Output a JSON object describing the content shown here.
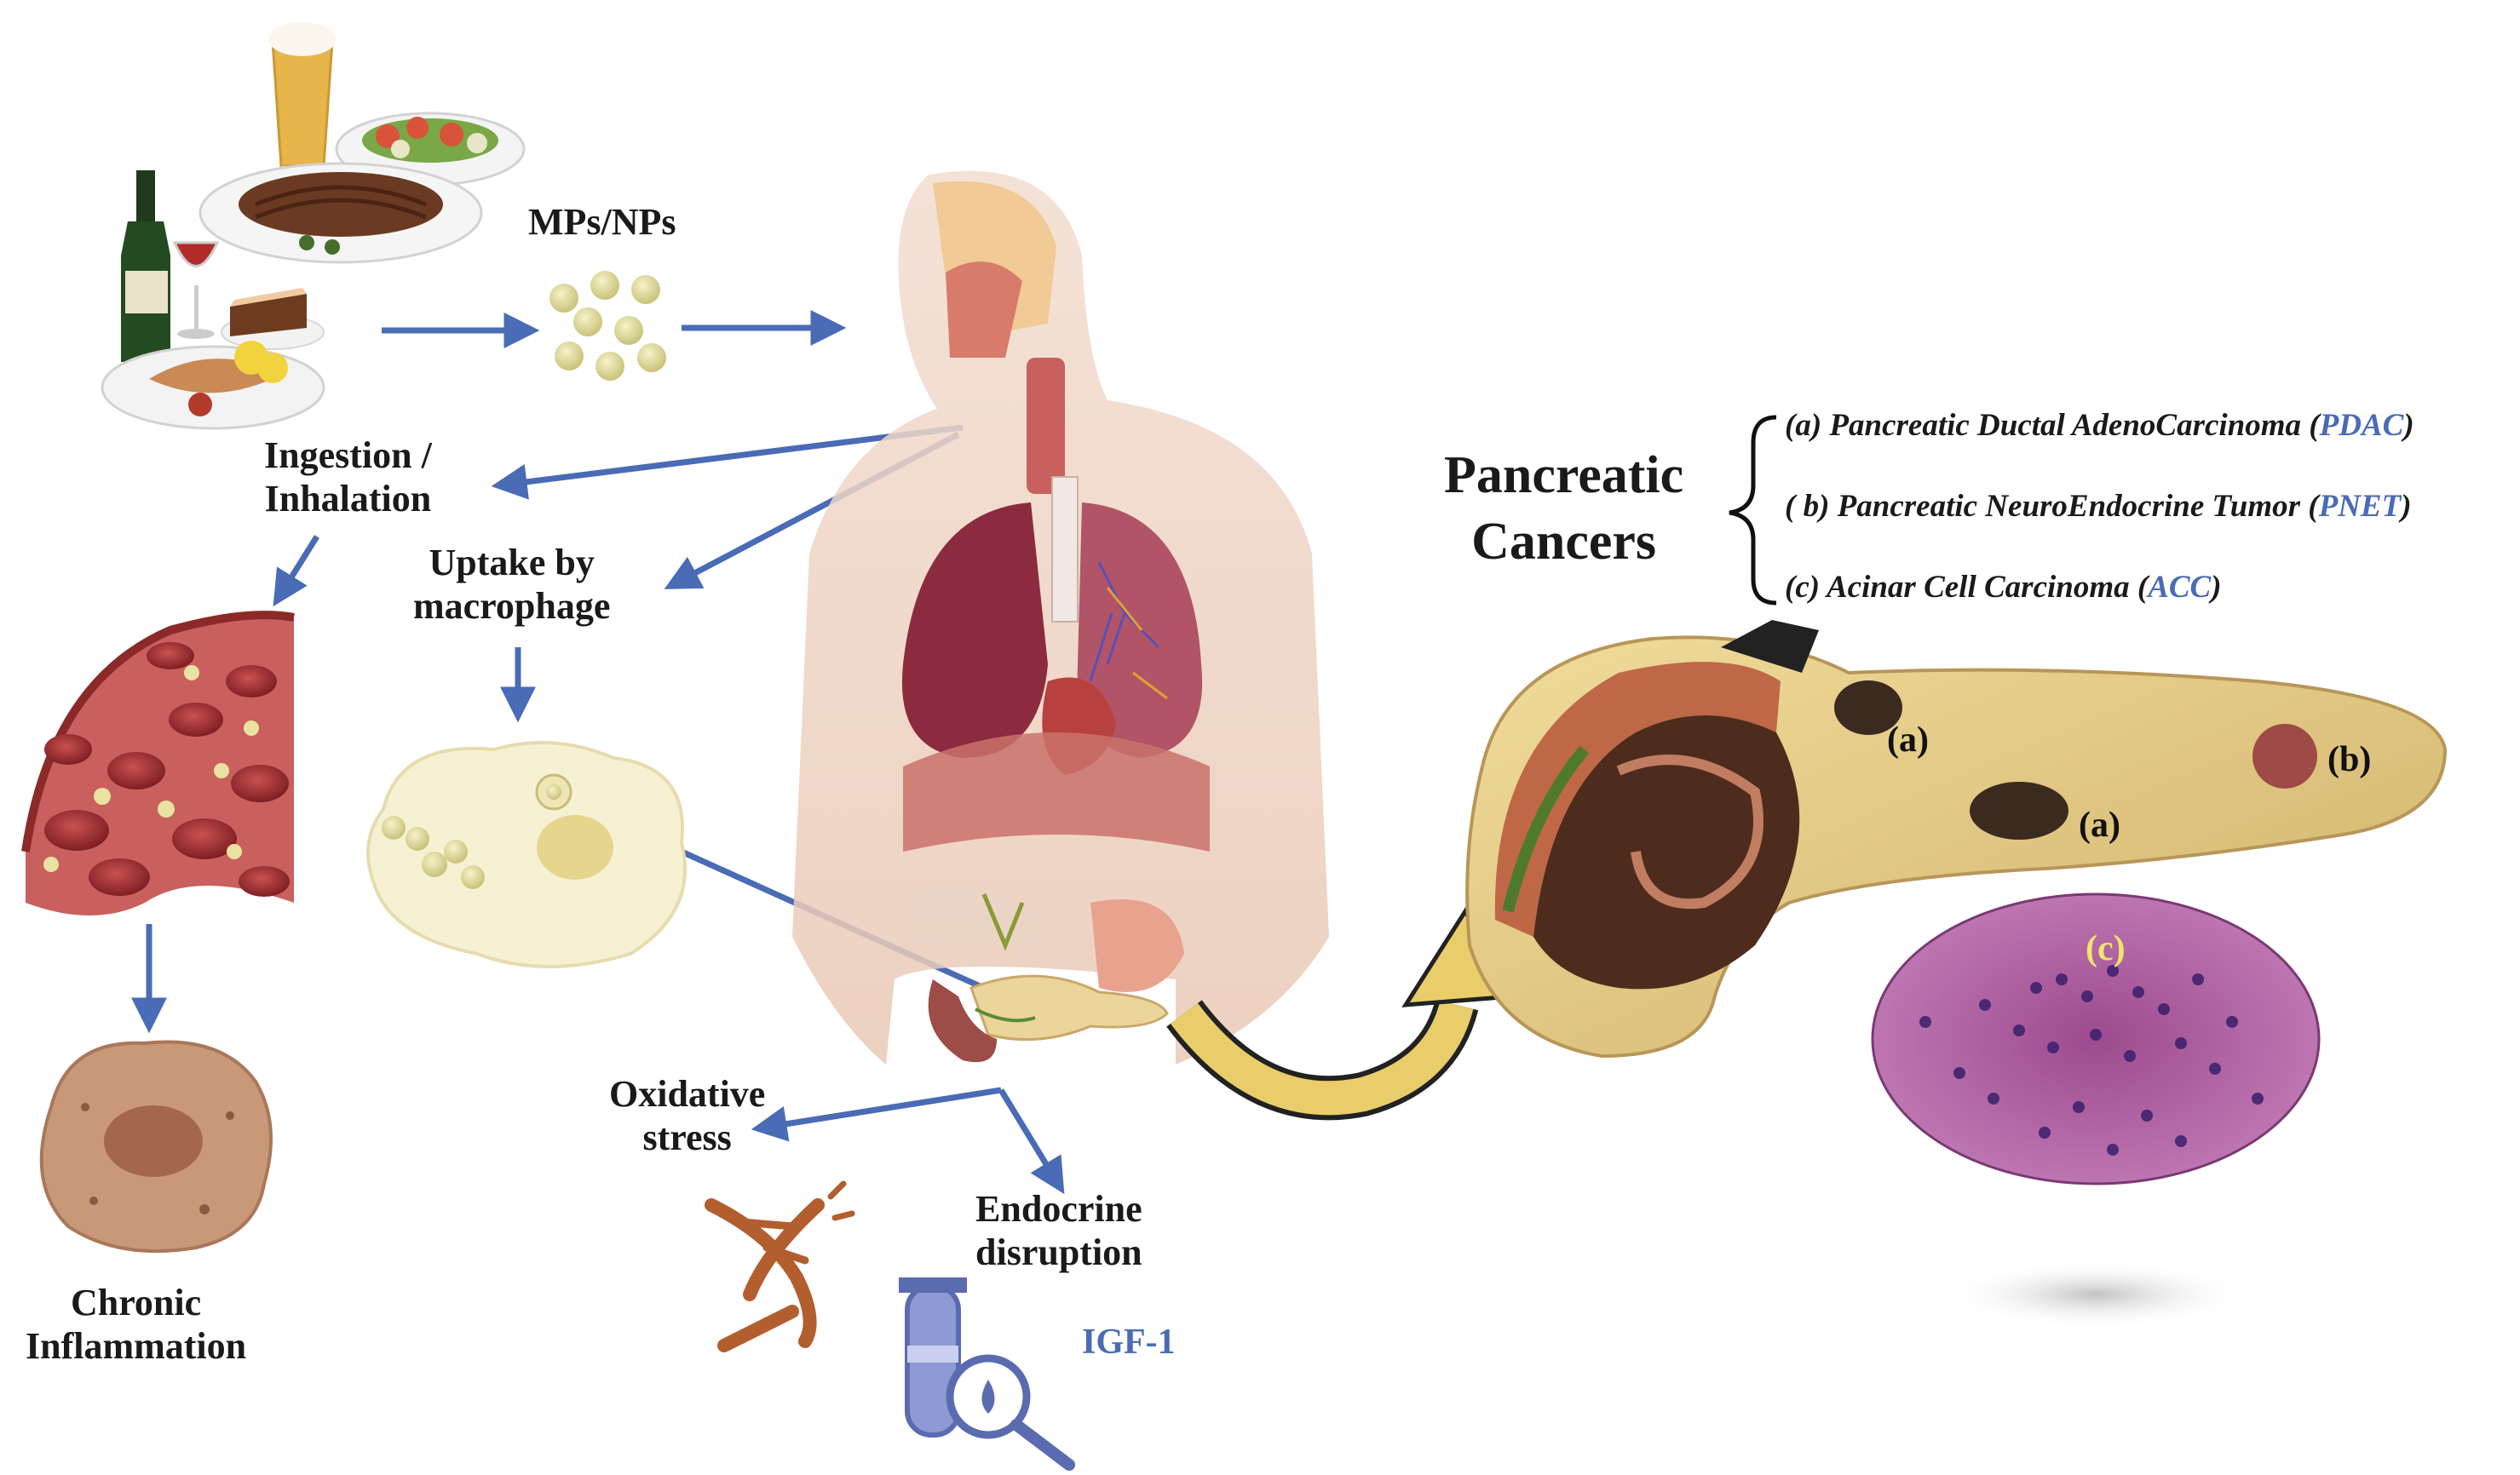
{
  "labels": {
    "particles": "MPs/NPs",
    "ingestion_line1": "Ingestion /",
    "ingestion_line2": "Inhalation",
    "uptake_line1": "Uptake by",
    "uptake_line2": "macrophage",
    "chronic_line1": "Chronic",
    "chronic_line2": "Inflammation",
    "oxidative_line1": "Oxidative",
    "oxidative_line2": "stress",
    "endocrine_line1": "Endocrine",
    "endocrine_line2": "disruption",
    "igf": "IGF-1"
  },
  "pancreatic": {
    "title_line1": "Pancreatic",
    "title_line2": "Cancers",
    "types": [
      {
        "marker": "(a)",
        "name": "Pancreatic Ductal AdenoCarcinoma",
        "abbr": "PDAC"
      },
      {
        "marker": "( b)",
        "name": "Pancreatic NeuroEndocrine Tumor",
        "abbr": "PNET"
      },
      {
        "marker": "(c)",
        "name": "Acinar Cell Carcinoma",
        "abbr": "ACC"
      }
    ],
    "tumor_labels": {
      "a1": "(a)",
      "a2": "(a)",
      "b": "(b)",
      "c": "(c)"
    }
  },
  "colors": {
    "arrow": "#4a6bb5",
    "abbr": "#4a6bb5",
    "particle": "#e6e3a4",
    "pancreas": "#e8cf86",
    "tissue": "#a9548a",
    "blood_cell": "#9c2a2a",
    "curved_arrow": "#e8cd6a"
  },
  "icons": [
    "food-icon",
    "beer-icon",
    "wine-icon",
    "particles-icon",
    "body-anatomy-icon",
    "blood-vessel-icon",
    "macrophage-icon",
    "inflamed-cell-icon",
    "dna-icon",
    "test-tube-magnifier-icon",
    "pancreas-icon",
    "histology-icon"
  ]
}
